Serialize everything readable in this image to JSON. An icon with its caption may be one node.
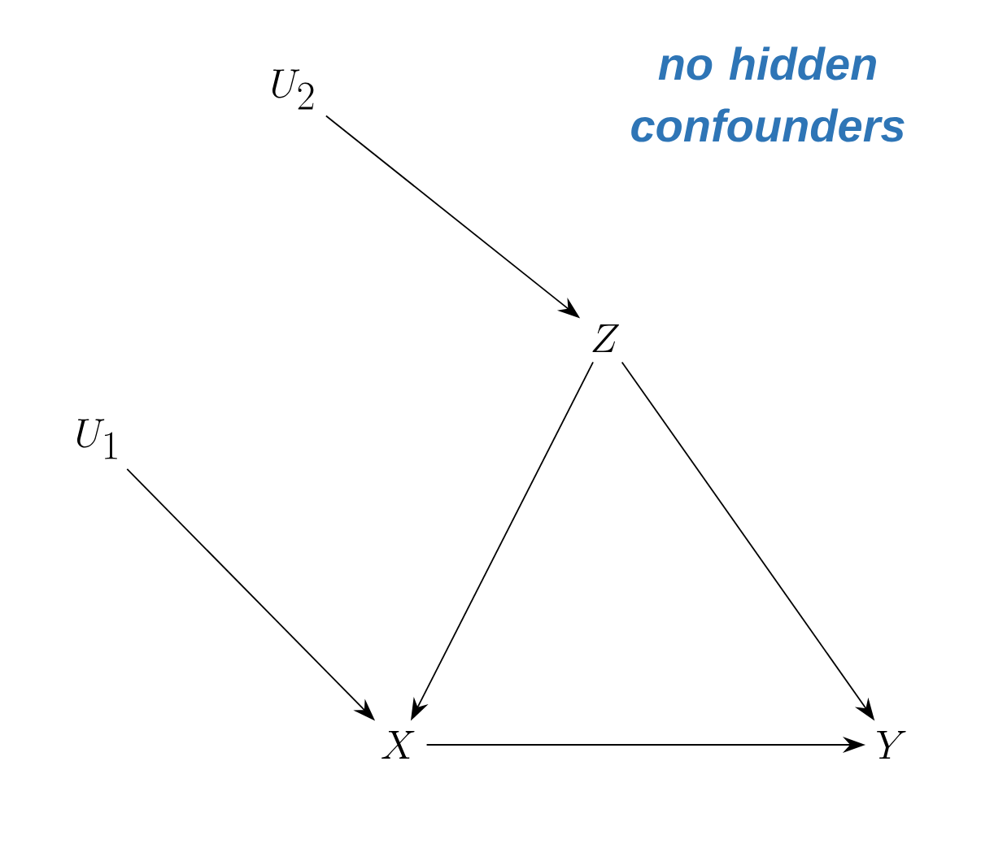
{
  "diagram": {
    "nodes": [
      {
        "text": [
          "U_2"
        ]
      },
      {
        "text": [
          "Z"
        ]
      },
      {
        "text": [
          "U_1"
        ]
      },
      {
        "text": [
          "X"
        ]
      },
      {
        "text": [
          "Y"
        ]
      }
    ],
    "edges": [
      {
        "from": 0,
        "to": 1,
        "arrow": "to"
      },
      {
        "from": 2,
        "to": 3,
        "arrow": "to"
      },
      {
        "from": 1,
        "to": 3,
        "arrow": "to"
      },
      {
        "from": 1,
        "to": 4,
        "arrow": "to"
      },
      {
        "from": 3,
        "to": 4,
        "arrow": "to"
      }
    ],
    "labels": [
      "no hidden confounders"
    ]
  }
}
